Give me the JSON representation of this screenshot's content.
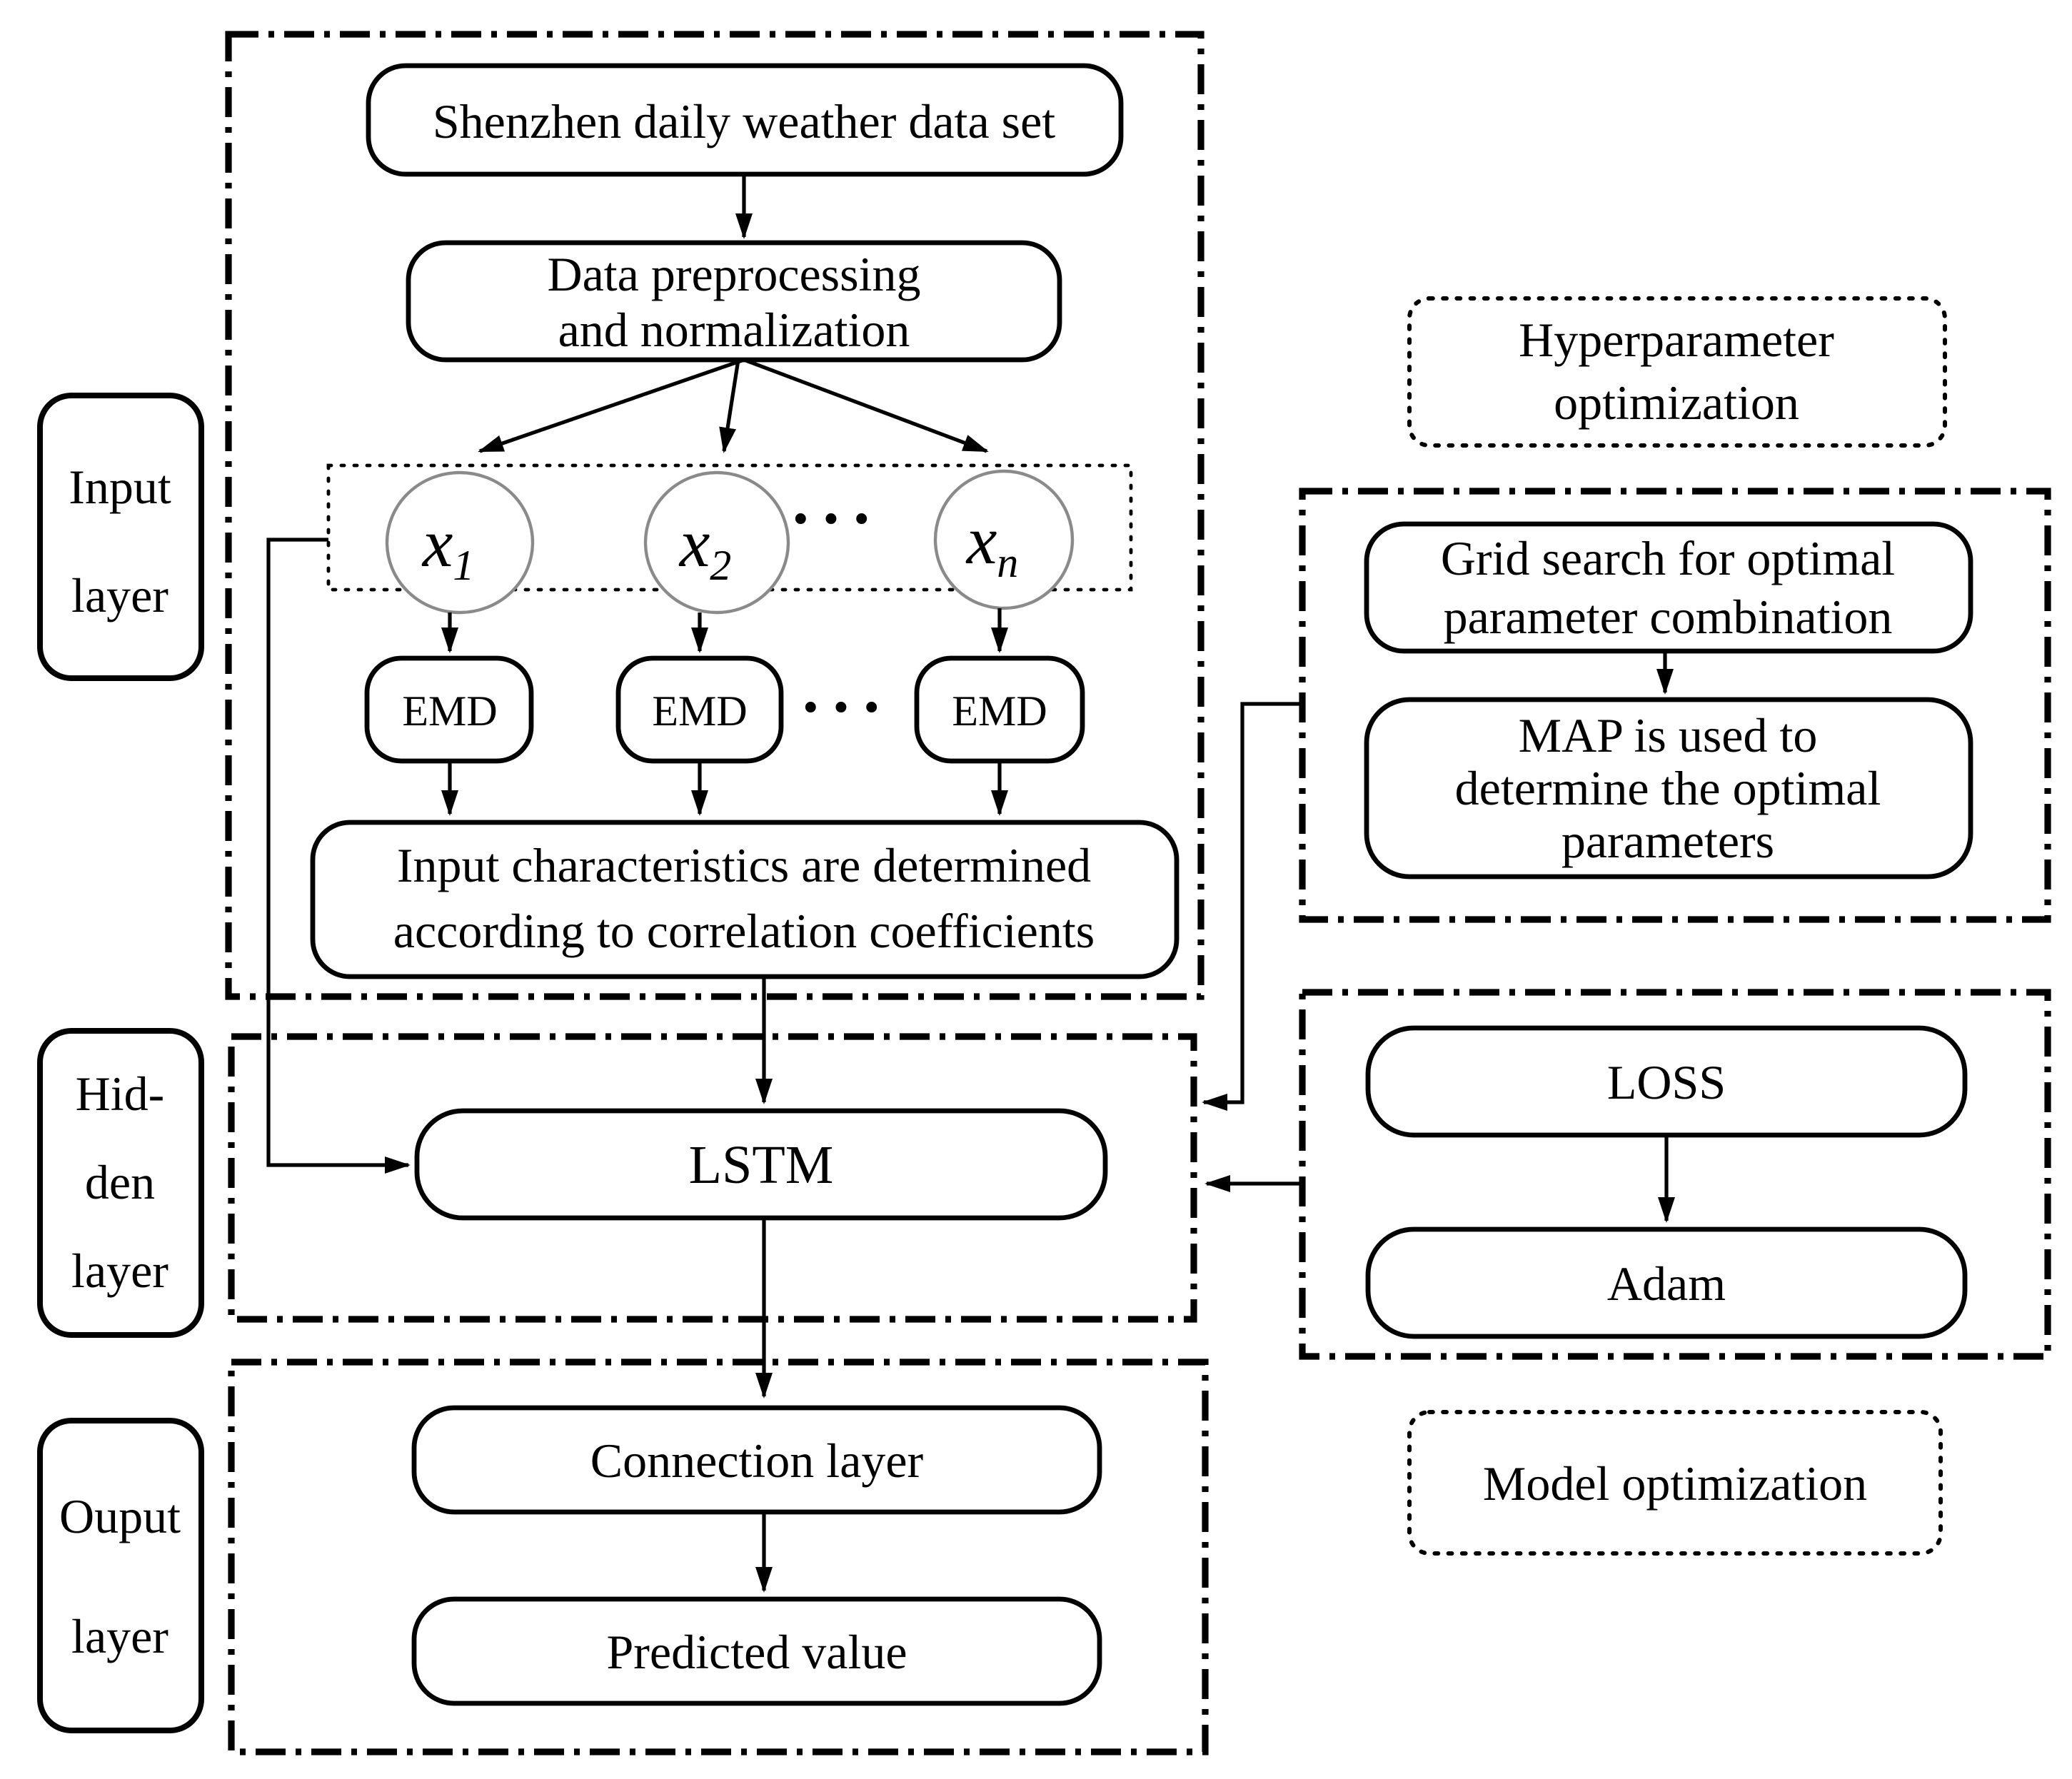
{
  "figure": {
    "title_hint": "EMD-LSTM weather prediction model flowchart",
    "colors": {
      "ink": "#000000",
      "circle_stroke": "#8a8a8a",
      "background": "#ffffff"
    },
    "layers": {
      "input": {
        "line1": "Input",
        "line2": "layer"
      },
      "hidden": {
        "line1": "Hid-",
        "line2": "den",
        "line3": "layer"
      },
      "output": {
        "line1": "Ouput",
        "line2": "layer"
      }
    },
    "nodes": {
      "dataset": "Shenzhen daily weather data set",
      "preprocess": {
        "line1": "Data preprocessing",
        "line2": "and normalization"
      },
      "x1": {
        "base": "x",
        "sub": "1"
      },
      "x2": {
        "base": "x",
        "sub": "2"
      },
      "xn": {
        "base": "x",
        "sub": "n"
      },
      "dots_between_x": "···",
      "emd1": "EMD",
      "emd2": "EMD",
      "emd3": "EMD",
      "dots_between_emd": "···",
      "input_char": {
        "line1": "Input characteristics are determined",
        "line2": "according to correlation coefficients"
      },
      "lstm": "LSTM",
      "connection": "Connection layer",
      "predicted": "Predicted value",
      "hyper": {
        "line1": "Hyperparameter",
        "line2": "optimization"
      },
      "grid": {
        "line1": "Grid search for optimal",
        "line2": "parameter combination"
      },
      "map": {
        "line1": "MAP is used to",
        "line2": "determine the optimal",
        "line3": "parameters"
      },
      "loss": "LOSS",
      "adam": "Adam",
      "model_opt": "Model optimization"
    }
  }
}
